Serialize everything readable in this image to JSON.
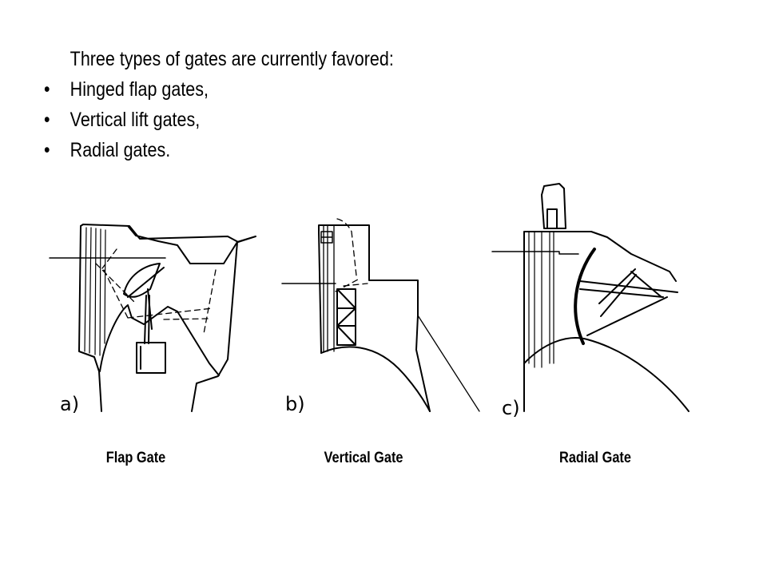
{
  "intro": "Three types of gates are currently favored:",
  "bullets": [
    "Hinged flap gates,",
    "Vertical lift gates,",
    "Radial gates."
  ],
  "bullet_symbol": "•",
  "figure_labels": [
    "a)",
    "b)",
    "c)"
  ],
  "captions": [
    "Flap Gate",
    "Vertical Gate",
    "Radial Gate"
  ]
}
